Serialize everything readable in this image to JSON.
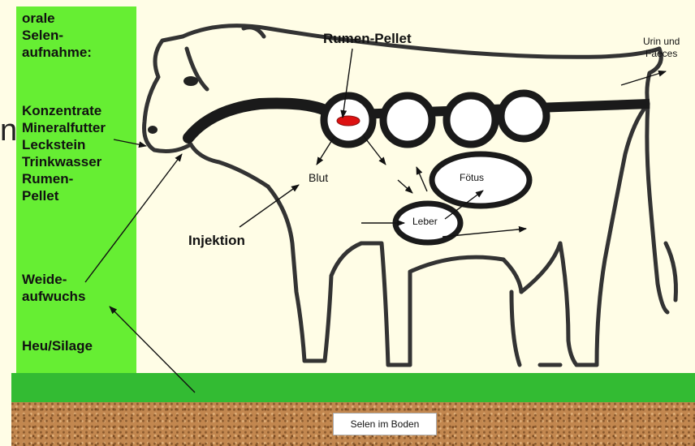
{
  "sidebar": {
    "heading": [
      "orale",
      "Selen-",
      "aufnahme:"
    ],
    "sources": [
      "Konzentrate",
      "Mineralfutter",
      "Leckstein",
      "Trinkwasser",
      "Rumen-",
      "Pellet"
    ],
    "pasture": [
      "Weide-",
      "aufwuchs"
    ],
    "hay": "Heu/Silage"
  },
  "labels": {
    "rumen_pellet": "Rumen-Pellet",
    "urine_feces": [
      "Urin und",
      "Faeces"
    ],
    "blood": "Blut",
    "fetus": "Fötus",
    "liver": "Leber",
    "injection": "Injektion",
    "soil": "Selen im Boden",
    "cropped_letter": "n"
  },
  "colors": {
    "sidebar": "#66ee33",
    "grass": "#33bb33",
    "soil": "#c2874f",
    "pellet": "#dd1111",
    "background": "#fffde6"
  }
}
